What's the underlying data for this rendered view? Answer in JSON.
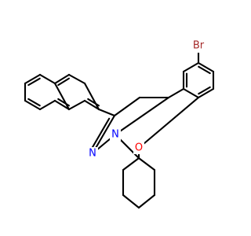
{
  "structure": {
    "atoms": {
      "br": {
        "symbol": "Br",
        "color": "#A52A2A"
      },
      "o": {
        "symbol": "O",
        "color": "#FF0000"
      },
      "n1": {
        "symbol": "N",
        "color": "#0000FF"
      },
      "n2": {
        "symbol": "N",
        "color": "#0000FF"
      }
    },
    "bond_color": "#000000"
  }
}
